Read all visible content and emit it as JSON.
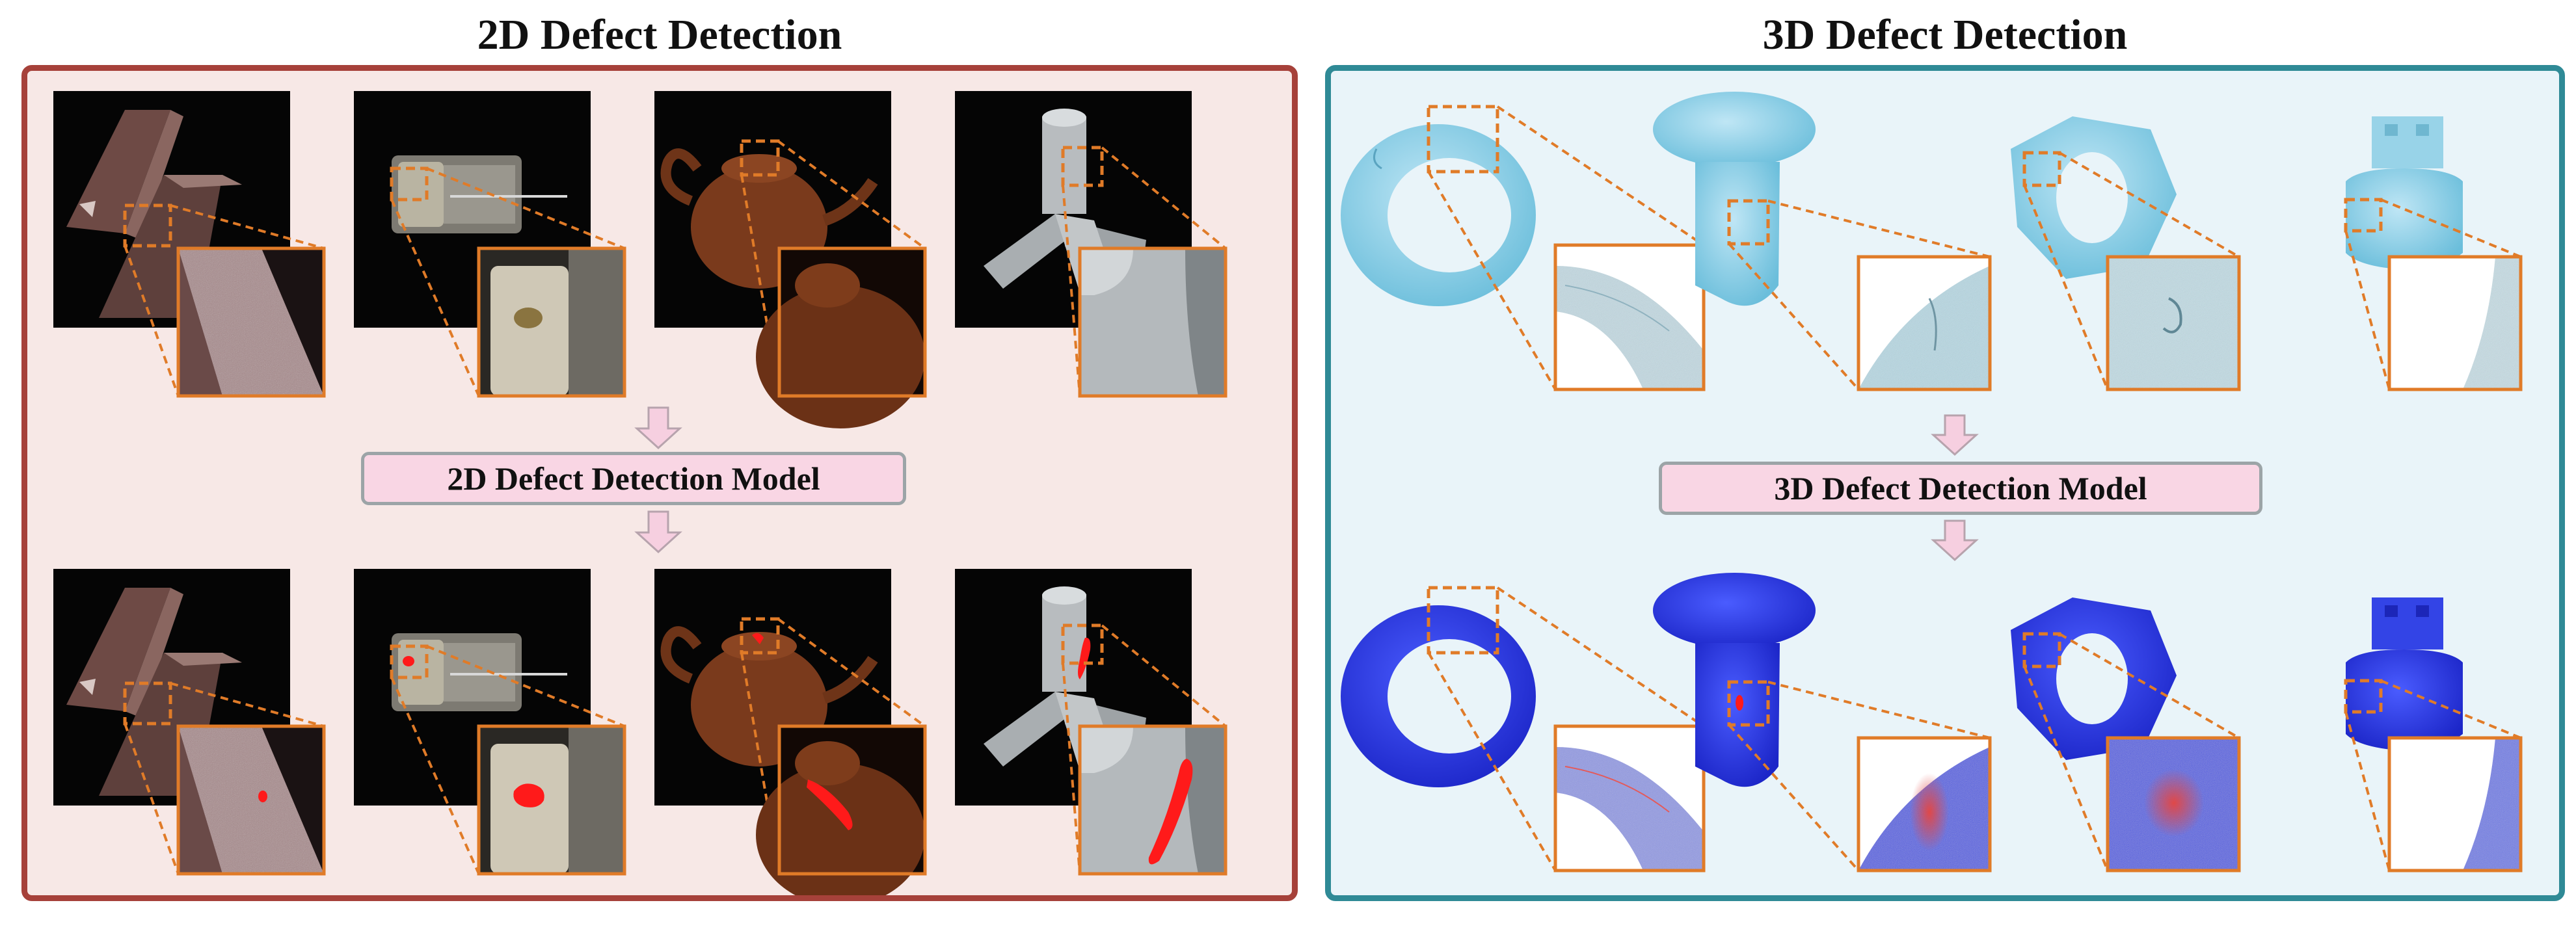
{
  "panel_2d": {
    "title": "2D Defect Detection",
    "model_label": "2D Defect Detection Model",
    "border_color": "#a6413a",
    "background_color": "#f7e8e6"
  },
  "panel_3d": {
    "title": "3D Defect Detection",
    "model_label": "3D Defect Detection Model",
    "border_color": "#2f8a96",
    "background_color": "#e9f4f9"
  },
  "colors": {
    "zoom_outline": "#e07b28",
    "arrow_fill": "#f6cfe0",
    "arrow_stroke": "#b7a3ad",
    "defect_mask": "#ff1a1a",
    "object_3d_input": "#8fd3ec",
    "object_3d_output": "#2b3df0"
  },
  "samples_2d": [
    {
      "object": "metal-plate"
    },
    {
      "object": "motor"
    },
    {
      "object": "teapot"
    },
    {
      "object": "pipe-joint"
    }
  ],
  "samples_3d": [
    {
      "object": "ring"
    },
    {
      "object": "bolt"
    },
    {
      "object": "nut"
    },
    {
      "object": "connector"
    }
  ]
}
